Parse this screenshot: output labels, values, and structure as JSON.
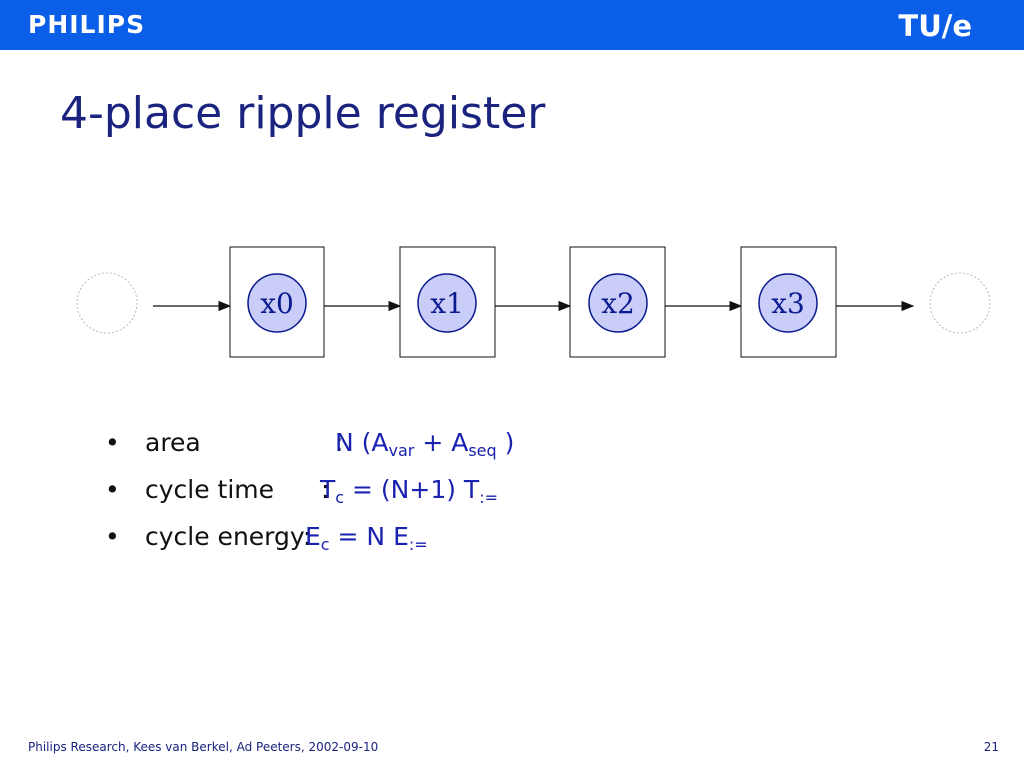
{
  "header": {
    "brand_left": "PHILIPS",
    "brand_right": "TU/e",
    "bar_color": "#0a5ee8"
  },
  "slide": {
    "title": "4-place ripple register"
  },
  "diagram": {
    "nodes": [
      "x0",
      "x1",
      "x2",
      "x3"
    ],
    "node_fill": "#c9cdf7",
    "label_color": "#0a1a8f"
  },
  "bullets": [
    {
      "label": "area",
      "separator": ":",
      "formula": {
        "a": "N (A",
        "a_sub": "var",
        "b": " + A",
        "b_sub": "seq",
        "c": " )"
      }
    },
    {
      "label": "cycle time",
      "separator": ":",
      "formula": {
        "a": "T",
        "a_sub": "c",
        "b": " = (N+1) T",
        "b_sub": ":="
      }
    },
    {
      "label": "cycle energy:",
      "formula": {
        "a": "E",
        "a_sub": "c",
        "b": " = N E",
        "b_sub": ":="
      }
    }
  ],
  "footer": {
    "credit": "Philips Research, Kees van Berkel, Ad Peeters, 2002-09-10",
    "page_number": "21"
  }
}
